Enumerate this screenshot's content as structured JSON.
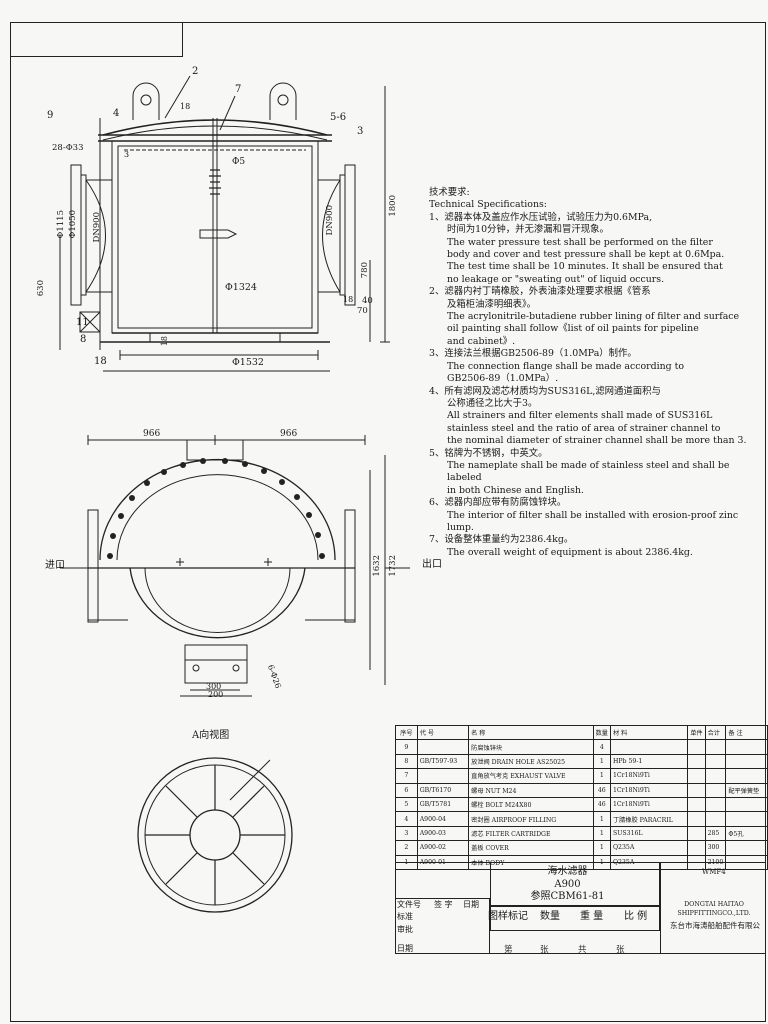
{
  "dimensions": {
    "d2": "2",
    "d7": "7",
    "d9": "9",
    "d4": "4",
    "d18a": "18",
    "d5_6": "5-6",
    "d3a": "3",
    "d3b": "3",
    "d28_33": "28-Φ33",
    "phi5": "Φ5",
    "phi1115": "Φ1115",
    "phi1050": "Φ1050",
    "dn900a": "DN900",
    "dn900b": "DN900",
    "d630": "630",
    "d1800": "1800",
    "d780": "780",
    "d40": "40",
    "d70": "70",
    "d18b": "18",
    "d18c": "18",
    "d18d": "18",
    "d8": "8",
    "d11": "11",
    "phi1324": "Φ1324",
    "phi1532": "Φ1532",
    "w966a": "966",
    "w966b": "966",
    "d1632": "1632",
    "d1732": "1732",
    "d300": "300",
    "d200": "200",
    "d6_26": "6-Φ26"
  },
  "labels": {
    "inlet": "进口",
    "outlet": "出口",
    "view_a": "A向视图"
  },
  "tech": {
    "title_zh": "技术要求:",
    "title_en": "Technical Specifications:",
    "i1_zh": "1、滤器本体及盖应作水压试验，试验压力为0.6MPa,",
    "i1_zh2": "时间为10分钟，并无渗漏和冒汗现象。",
    "i1_en1": "The water pressure test shall be performed on the filter",
    "i1_en2": "body and cover and test pressure shall be kept at 0.6Mpa.",
    "i1_en3": "The test time shall be 10 minutes. It shall be ensured that",
    "i1_en4": "no leakage or \"sweating out\" of liquid occurs.",
    "i2_zh": "2、滤器内衬丁晴橡胶，外表油漆处理要求根据《管系",
    "i2_zh2": "及箱柜油漆明细表》。",
    "i2_en1": "The acrylonitrile-butadiene rubber lining of filter and surface",
    "i2_en2": "oil painting shall follow《list of oil paints for pipeline",
    "i2_en3": "and cabinet》.",
    "i3_zh": "3、连接法兰根据GB2506-89（1.0MPa）制作。",
    "i3_en1": "The connection flange shall be made according to",
    "i3_en2": "GB2506-89（1.0MPa）.",
    "i4_zh": "4、所有滤网及滤芯材质均为SUS316L,滤网通道面积与",
    "i4_zh2": "公称通径之比大于3。",
    "i4_en1": "All strainers and filter elements shall made of SUS316L",
    "i4_en2": "stainless steel and the ratio of area of strainer channel to",
    "i4_en3": "the nominal diameter of strainer channel shall be more than 3.",
    "i5_zh": "5、铭牌为不锈钢，中英文。",
    "i5_en1": "The nameplate shall be made of stainless steel and shall be labeled",
    "i5_en2": "in both Chinese and English.",
    "i6_zh": "6、滤器内部应带有防腐蚀锌块。",
    "i6_en1": "The interior of filter shall be installed with erosion-proof zinc lump.",
    "i7_zh": "7、设备整体重量约为2386.4kg。",
    "i7_en1": "The overall weight of equipment is about 2386.4kg."
  },
  "bom": {
    "header": [
      "序号",
      "代 号",
      "名 称",
      "数量",
      "材 料",
      "单件",
      "合计",
      "备 注"
    ],
    "rows": [
      [
        "9",
        "",
        "防腐蚀锌块",
        "4",
        "",
        "",
        "",
        ""
      ],
      [
        "8",
        "GB/T597-93",
        "放泄阀  DRAIN HOLE AS25025",
        "1",
        "HPb 59-1",
        "",
        "",
        ""
      ],
      [
        "7",
        "",
        "直角放气考克  EXHAUST VALVE",
        "1",
        "1Cr18Ni9Ti",
        "",
        "",
        ""
      ],
      [
        "6",
        "GB/T6170",
        "螺母  NUT M24",
        "46",
        "1Cr18Ni9Ti",
        "",
        "",
        "配平弹簧垫"
      ],
      [
        "5",
        "GB/T5781",
        "螺栓  BOLT M24X80",
        "46",
        "1Cr18Ni9Ti",
        "",
        "",
        ""
      ],
      [
        "4",
        "A900-04",
        "密封圈  AIRPROOF FILLING",
        "1",
        "丁腈橡胶 PARACRIL",
        "",
        "",
        ""
      ],
      [
        "3",
        "A900-03",
        "滤芯  FILTER CARTRIDGE",
        "1",
        "SUS316L",
        "",
        "285",
        "Φ5孔"
      ],
      [
        "2",
        "A900-02",
        "盖板  COVER",
        "1",
        "Q235A",
        "",
        "300",
        ""
      ],
      [
        "1",
        "A900-01",
        "本体  BODY",
        "1",
        "Q235A",
        "",
        "2100",
        ""
      ]
    ]
  },
  "title_block": {
    "name_zh": "海水滤器",
    "model": "A900",
    "ref": "参照CBM61-81",
    "wm": "WMF4",
    "company_en1": "DONGTAI HAITAO",
    "company_en2": "SHIPFITTINGCO.,LTD.",
    "company_zh": "东台市海涛船舶配件有限公",
    "file_no": "文件号",
    "sign": "签 字",
    "date": "日期",
    "standard": "标准",
    "review": "审批",
    "marks": "图样标记",
    "qty": "数量",
    "weight": "重 量",
    "scale": "比 例",
    "sheet": "第",
    "of": "共",
    "page": "张",
    "total": "张",
    "approve": "日期"
  },
  "colors": {
    "line": "#222222",
    "paper": "#f7f7f5"
  }
}
